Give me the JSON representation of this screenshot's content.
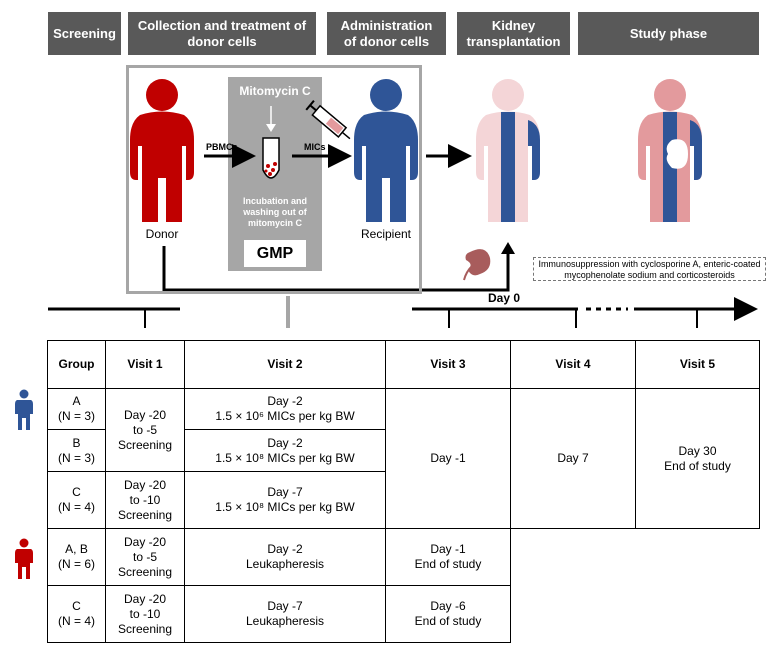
{
  "headers": {
    "screening": "Screening",
    "collection": "Collection and treatment of donor cells",
    "administration": "Administration of donor cells",
    "kidney_tx": "Kidney transplantation",
    "study_phase": "Study phase"
  },
  "diagram": {
    "mitomycin": "Mitomycin C",
    "incubation": "Incubation and washing out of mitomycin C",
    "gmp": "GMP",
    "pbmcs": "PBMCs",
    "mics": "MICs",
    "donor": "Donor",
    "recipient": "Recipient",
    "immunosuppression": "Immunosuppression with cyclosporine A, enteric-coated mycophenolate sodium and corticosteroids",
    "day0": "Day 0"
  },
  "colors": {
    "donor_red": "#c00000",
    "recipient_blue": "#2f5597",
    "pale_pink": "#f4d5d7",
    "pink": "#e39a9d",
    "kidney": "#a85c5c",
    "header_gray": "#595959",
    "panel_gray": "#a6a6a6"
  },
  "table": {
    "headers": [
      "Group",
      "Visit 1",
      "Visit 2",
      "Visit 3",
      "Visit 4",
      "Visit 5"
    ],
    "rows": {
      "a_group": "A",
      "a_n": "(N = 3)",
      "v1_ab_line1": "Day -20",
      "v1_ab_line2": "to -5",
      "v1_ab_line3": "Screening",
      "a_v2_line1": "Day -2",
      "a_v2_line2": "1.5 × 10⁶ MICs per kg BW",
      "b_group": "B",
      "b_n": "(N = 3)",
      "b_v2_line1": "Day -2",
      "b_v2_line2": "1.5 × 10⁸ MICs per kg BW",
      "v3_rec": "Day -1",
      "v4_rec": "Day 7",
      "v5_line1": "Day 30",
      "v5_line2": "End of study",
      "c_group": "C",
      "c_n": "(N = 4)",
      "c_v1_line1": "Day -20",
      "c_v1_line2": "to -10",
      "c_v1_line3": "Screening",
      "c_v2_line1": "Day -7",
      "c_v2_line2": "1.5 × 10⁸ MICs per kg BW",
      "dab_group": "A, B",
      "dab_n": "(N = 6)",
      "dab_v1_line1": "Day -20",
      "dab_v1_line2": "to -5",
      "dab_v1_line3": "Screening",
      "dab_v2_line1": "Day -2",
      "dab_v2_line2": "Leukapheresis",
      "dab_v3_line1": "Day -1",
      "dab_v3_line2": "End of study",
      "dc_group": "C",
      "dc_n": "(N = 4)",
      "dc_v1_line1": "Day -20",
      "dc_v1_line2": "to -10",
      "dc_v1_line3": "Screening",
      "dc_v2_line1": "Day -7",
      "dc_v2_line2": "Leukapheresis",
      "dc_v3_line1": "Day -6",
      "dc_v3_line2": "End of study"
    }
  }
}
